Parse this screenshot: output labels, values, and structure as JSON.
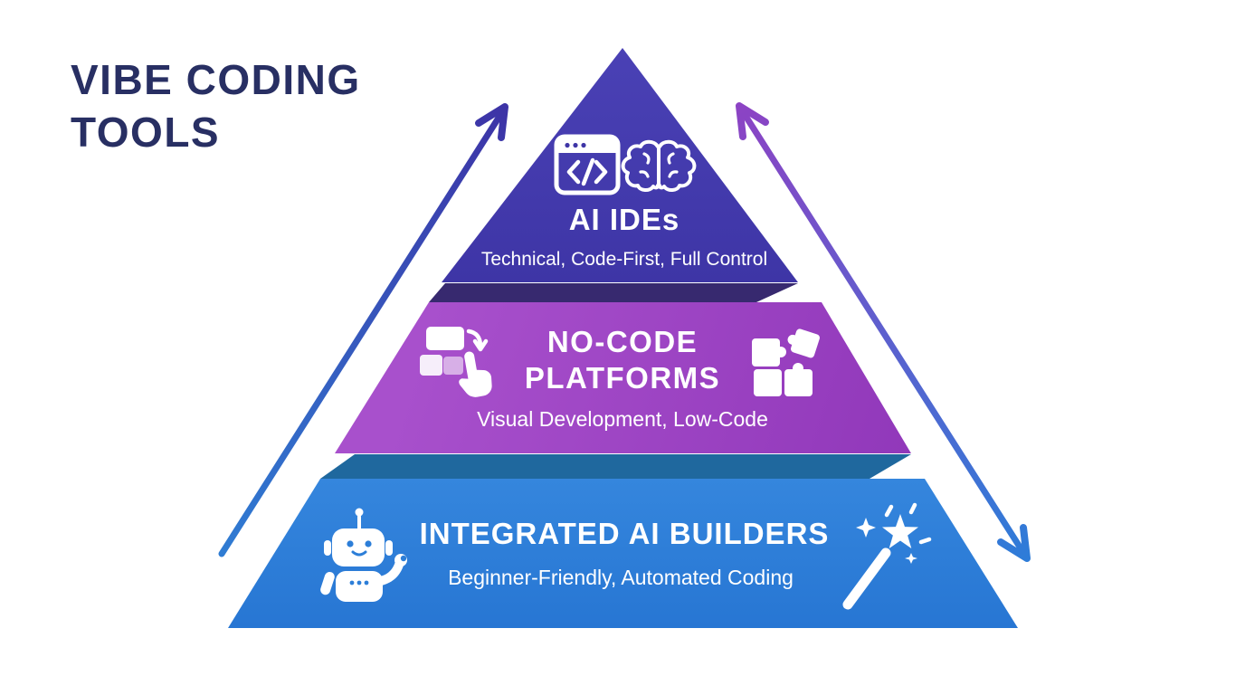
{
  "title": {
    "line1": "VIBE CODING",
    "line2": "TOOLS"
  },
  "pyramid": {
    "tiers": [
      {
        "id": "ai-ides",
        "heading": "AI IDEs",
        "subheading": "Technical, Code-First, Full Control",
        "icons": [
          "code-window-icon",
          "brain-icon"
        ]
      },
      {
        "id": "no-code-platforms",
        "heading_line1": "NO-CODE",
        "heading_line2": "PLATFORMS",
        "subheading": "Visual Development, Low-Code",
        "icons": [
          "drag-drop-icon",
          "puzzle-pieces-icon"
        ]
      },
      {
        "id": "integrated-ai-builders",
        "heading": "INTEGRATED AI BUILDERS",
        "subheading": "Beginner-Friendly, Automated Coding",
        "icons": [
          "robot-icon",
          "magic-wand-icon"
        ]
      }
    ]
  },
  "arrows": {
    "left_direction": "up",
    "right_direction": "both"
  },
  "colors": {
    "title": "#282F63",
    "text": "#FFFFFF",
    "tier1_top": "#4A41B5",
    "tier1_bottom": "#3E35A6",
    "tier1_bevel": "#37296F",
    "tier2_start": "#A850CC",
    "tier2_end": "#9138BA",
    "tier2_bevel": "#1F689E",
    "tier3_top": "#3586DD",
    "tier3_bottom": "#2776D3",
    "arrow_left_start": "#2F7CD3",
    "arrow_left_end": "#3D33A6",
    "arrow_right_start": "#8C43C4",
    "arrow_right_end": "#2E7CD8",
    "icon_fill": "#FFFFFF"
  }
}
